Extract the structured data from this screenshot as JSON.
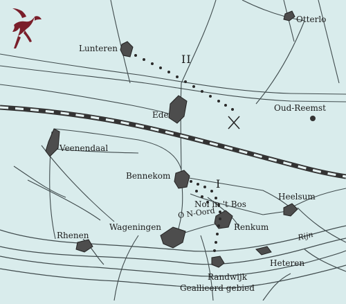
{
  "map": {
    "places": {
      "otterlo": "Otterlo",
      "lunteren": "Lunteren",
      "oud_reemst": "Oud-Reemst",
      "ede": "Ede",
      "veenendaal": "Veenendaal",
      "bennekom": "Bennekom",
      "heelsum": "Heelsum",
      "nol_in_bos": "Nol in 't Bos",
      "rhenen": "Rhenen",
      "wageningen": "Wageningen",
      "renkum": "Renkum",
      "heteren": "Heteren",
      "randwijk": "Randwijk"
    },
    "zones": {
      "zone_ii": "II",
      "zone_i": "I"
    },
    "river": "Rijn",
    "features": {
      "onoord": "O N-Oord"
    },
    "territory": "Geallieerd gebied",
    "colors": {
      "background": "#d9ecec",
      "logo": "#7a1f2b"
    }
  }
}
